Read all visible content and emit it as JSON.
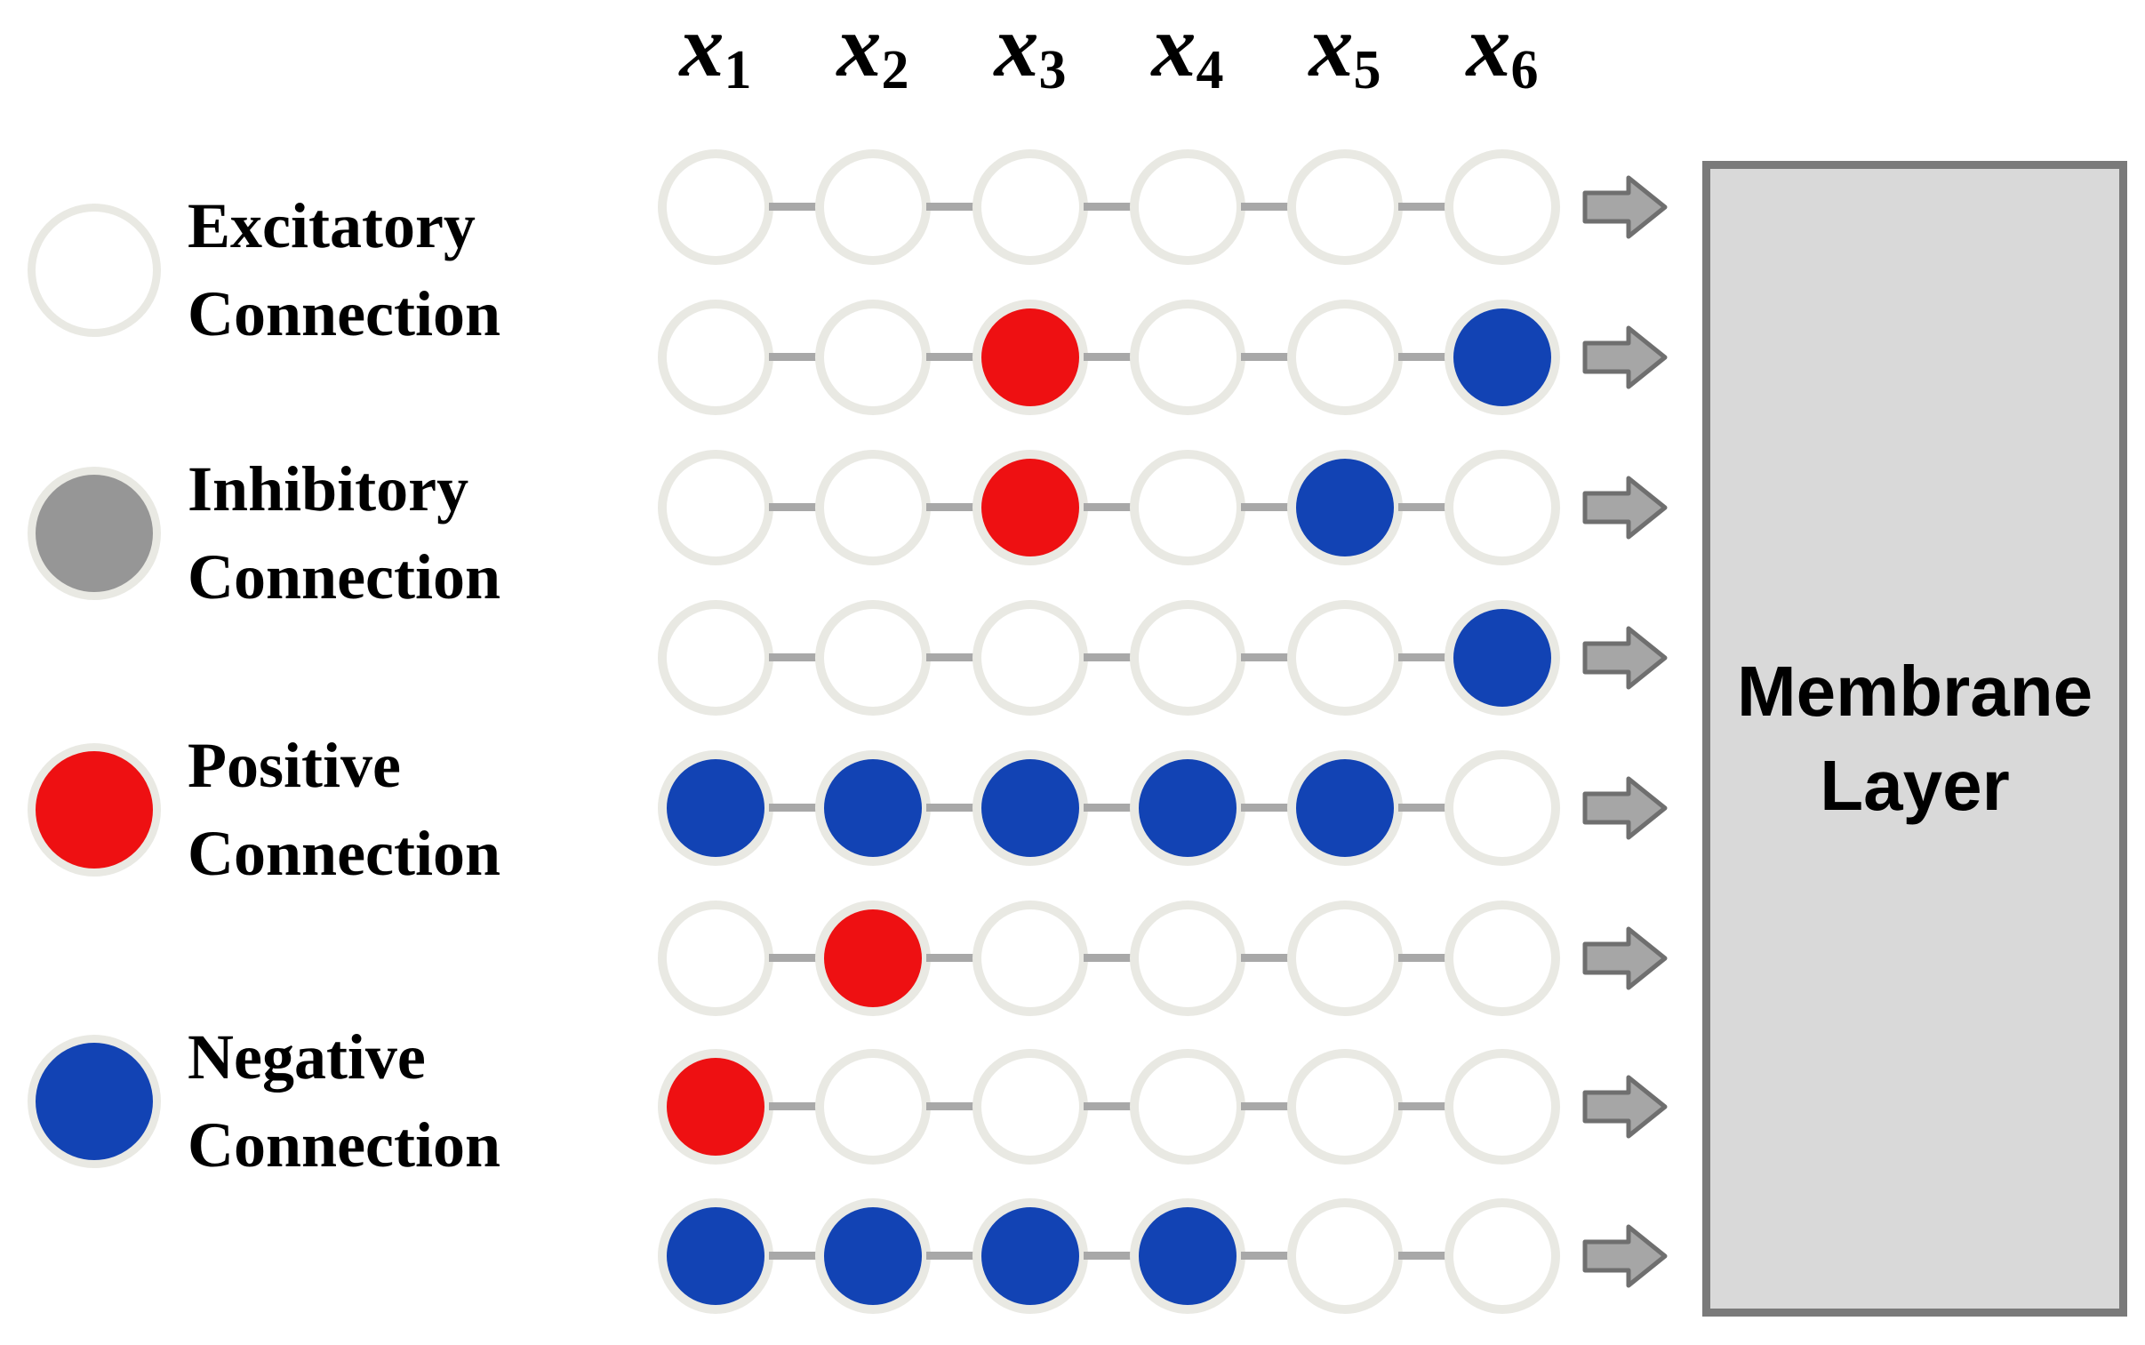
{
  "columns": [
    {
      "base": "x",
      "sub": "1"
    },
    {
      "base": "x",
      "sub": "2"
    },
    {
      "base": "x",
      "sub": "3"
    },
    {
      "base": "x",
      "sub": "4"
    },
    {
      "base": "x",
      "sub": "5"
    },
    {
      "base": "x",
      "sub": "6"
    }
  ],
  "legend": {
    "items": [
      {
        "name": "excitatory",
        "line1": "Excitatory",
        "line2": "Connection"
      },
      {
        "name": "inhibitory",
        "line1": "Inhibitory",
        "line2": "Connection"
      },
      {
        "name": "positive",
        "line1": "Positive",
        "line2": "Connection"
      },
      {
        "name": "negative",
        "line1": "Negative",
        "line2": "Connection"
      }
    ]
  },
  "membrane": {
    "line1": "Membrane",
    "line2": "Layer"
  },
  "grid": {
    "rows": [
      [
        "excitatory",
        "excitatory",
        "excitatory",
        "excitatory",
        "excitatory",
        "excitatory"
      ],
      [
        "excitatory",
        "excitatory",
        "positive",
        "excitatory",
        "excitatory",
        "negative"
      ],
      [
        "excitatory",
        "excitatory",
        "positive",
        "excitatory",
        "negative",
        "excitatory"
      ],
      [
        "excitatory",
        "excitatory",
        "excitatory",
        "excitatory",
        "excitatory",
        "negative"
      ],
      [
        "negative",
        "negative",
        "negative",
        "negative",
        "negative",
        "excitatory"
      ],
      [
        "excitatory",
        "positive",
        "excitatory",
        "excitatory",
        "excitatory",
        "excitatory"
      ],
      [
        "positive",
        "excitatory",
        "excitatory",
        "excitatory",
        "excitatory",
        "excitatory"
      ],
      [
        "negative",
        "negative",
        "negative",
        "negative",
        "excitatory",
        "excitatory"
      ]
    ]
  },
  "colors": {
    "excitatory": "#ffffff",
    "inhibitory": "#969696",
    "positive": "#ee1012",
    "negative": "#1243b4",
    "ring": "#e9e9e3",
    "connector": "#a8a8a8",
    "arrow_fill": "#a6a6a6",
    "arrow_stroke": "#6f6f6f",
    "box_fill": "#d9d9d9",
    "box_border": "#7a7a7a"
  }
}
